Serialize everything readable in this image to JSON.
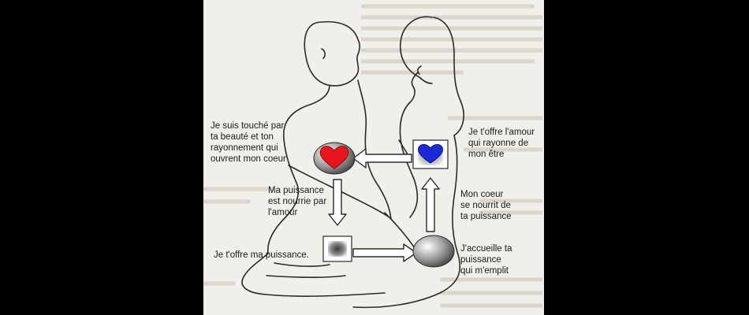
{
  "labels": {
    "he_touched": "Je suis touché par\nta beauté et ton\nrayonnement qui\nouvrent mon coeur",
    "she_offers_love": "Je t'offre l'amour\nqui rayonne de\nmon être",
    "his_power_nourished": "Ma puissance\nest nourrie par\nl'amour",
    "her_heart_nourished": "Mon coeur\nse nourrit de\nta puissance",
    "he_offers_power": "Je t'offre ma puissance.",
    "she_welcomes": "J'accueille ta\npuissance\nqui m'emplit"
  },
  "colors": {
    "page_background": "#000000",
    "paper": "#f1efe9",
    "line": "#2a2a2a",
    "heart_him": "#e8141e",
    "heart_her": "#1a2ad8",
    "shading": "#6a6a6a"
  },
  "icons": {
    "his_heart": "red-heart-in-gray-oval",
    "her_heart": "blue-heart-in-square",
    "his_power_center": "gray-square",
    "her_power_center": "gray-oval"
  }
}
